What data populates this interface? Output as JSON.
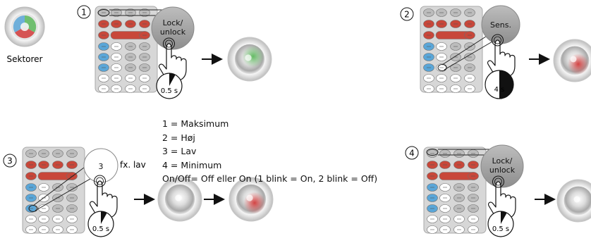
{
  "sector_label": "Sektorer",
  "steps": [
    {
      "number": "1",
      "button_label_line1": "Lock/",
      "button_label_line2": "unlock",
      "timer_label": "0.5 s",
      "timer_fraction": 0.08
    },
    {
      "number": "2",
      "button_label": "Sens.",
      "timer_label": "4 s",
      "timer_fraction": 0.5
    },
    {
      "number": "3",
      "button_label": "3",
      "example_label": "fx. lav",
      "timer_label": "0.5 s",
      "timer_fraction": 0.08
    },
    {
      "number": "4",
      "button_label_line1": "Lock/",
      "button_label_line2": "unlock",
      "timer_label": "0.5 s",
      "timer_fraction": 0.08
    }
  ],
  "legend": [
    "1 = Maksimum",
    "2 = Høj",
    "3 = Lav",
    "4 = Minimum",
    "On/Off= Off eller On (1 blink = On, 2 blink = Off)"
  ],
  "colors": {
    "remote_body": "#d7d7d7",
    "button_red": "#c8473a",
    "button_blue": "#5aa6d8",
    "button_grey": "#bcbcbc",
    "button_white": "#ffffff",
    "led_green": "#5cb85c",
    "led_red": "#d23a3a"
  }
}
